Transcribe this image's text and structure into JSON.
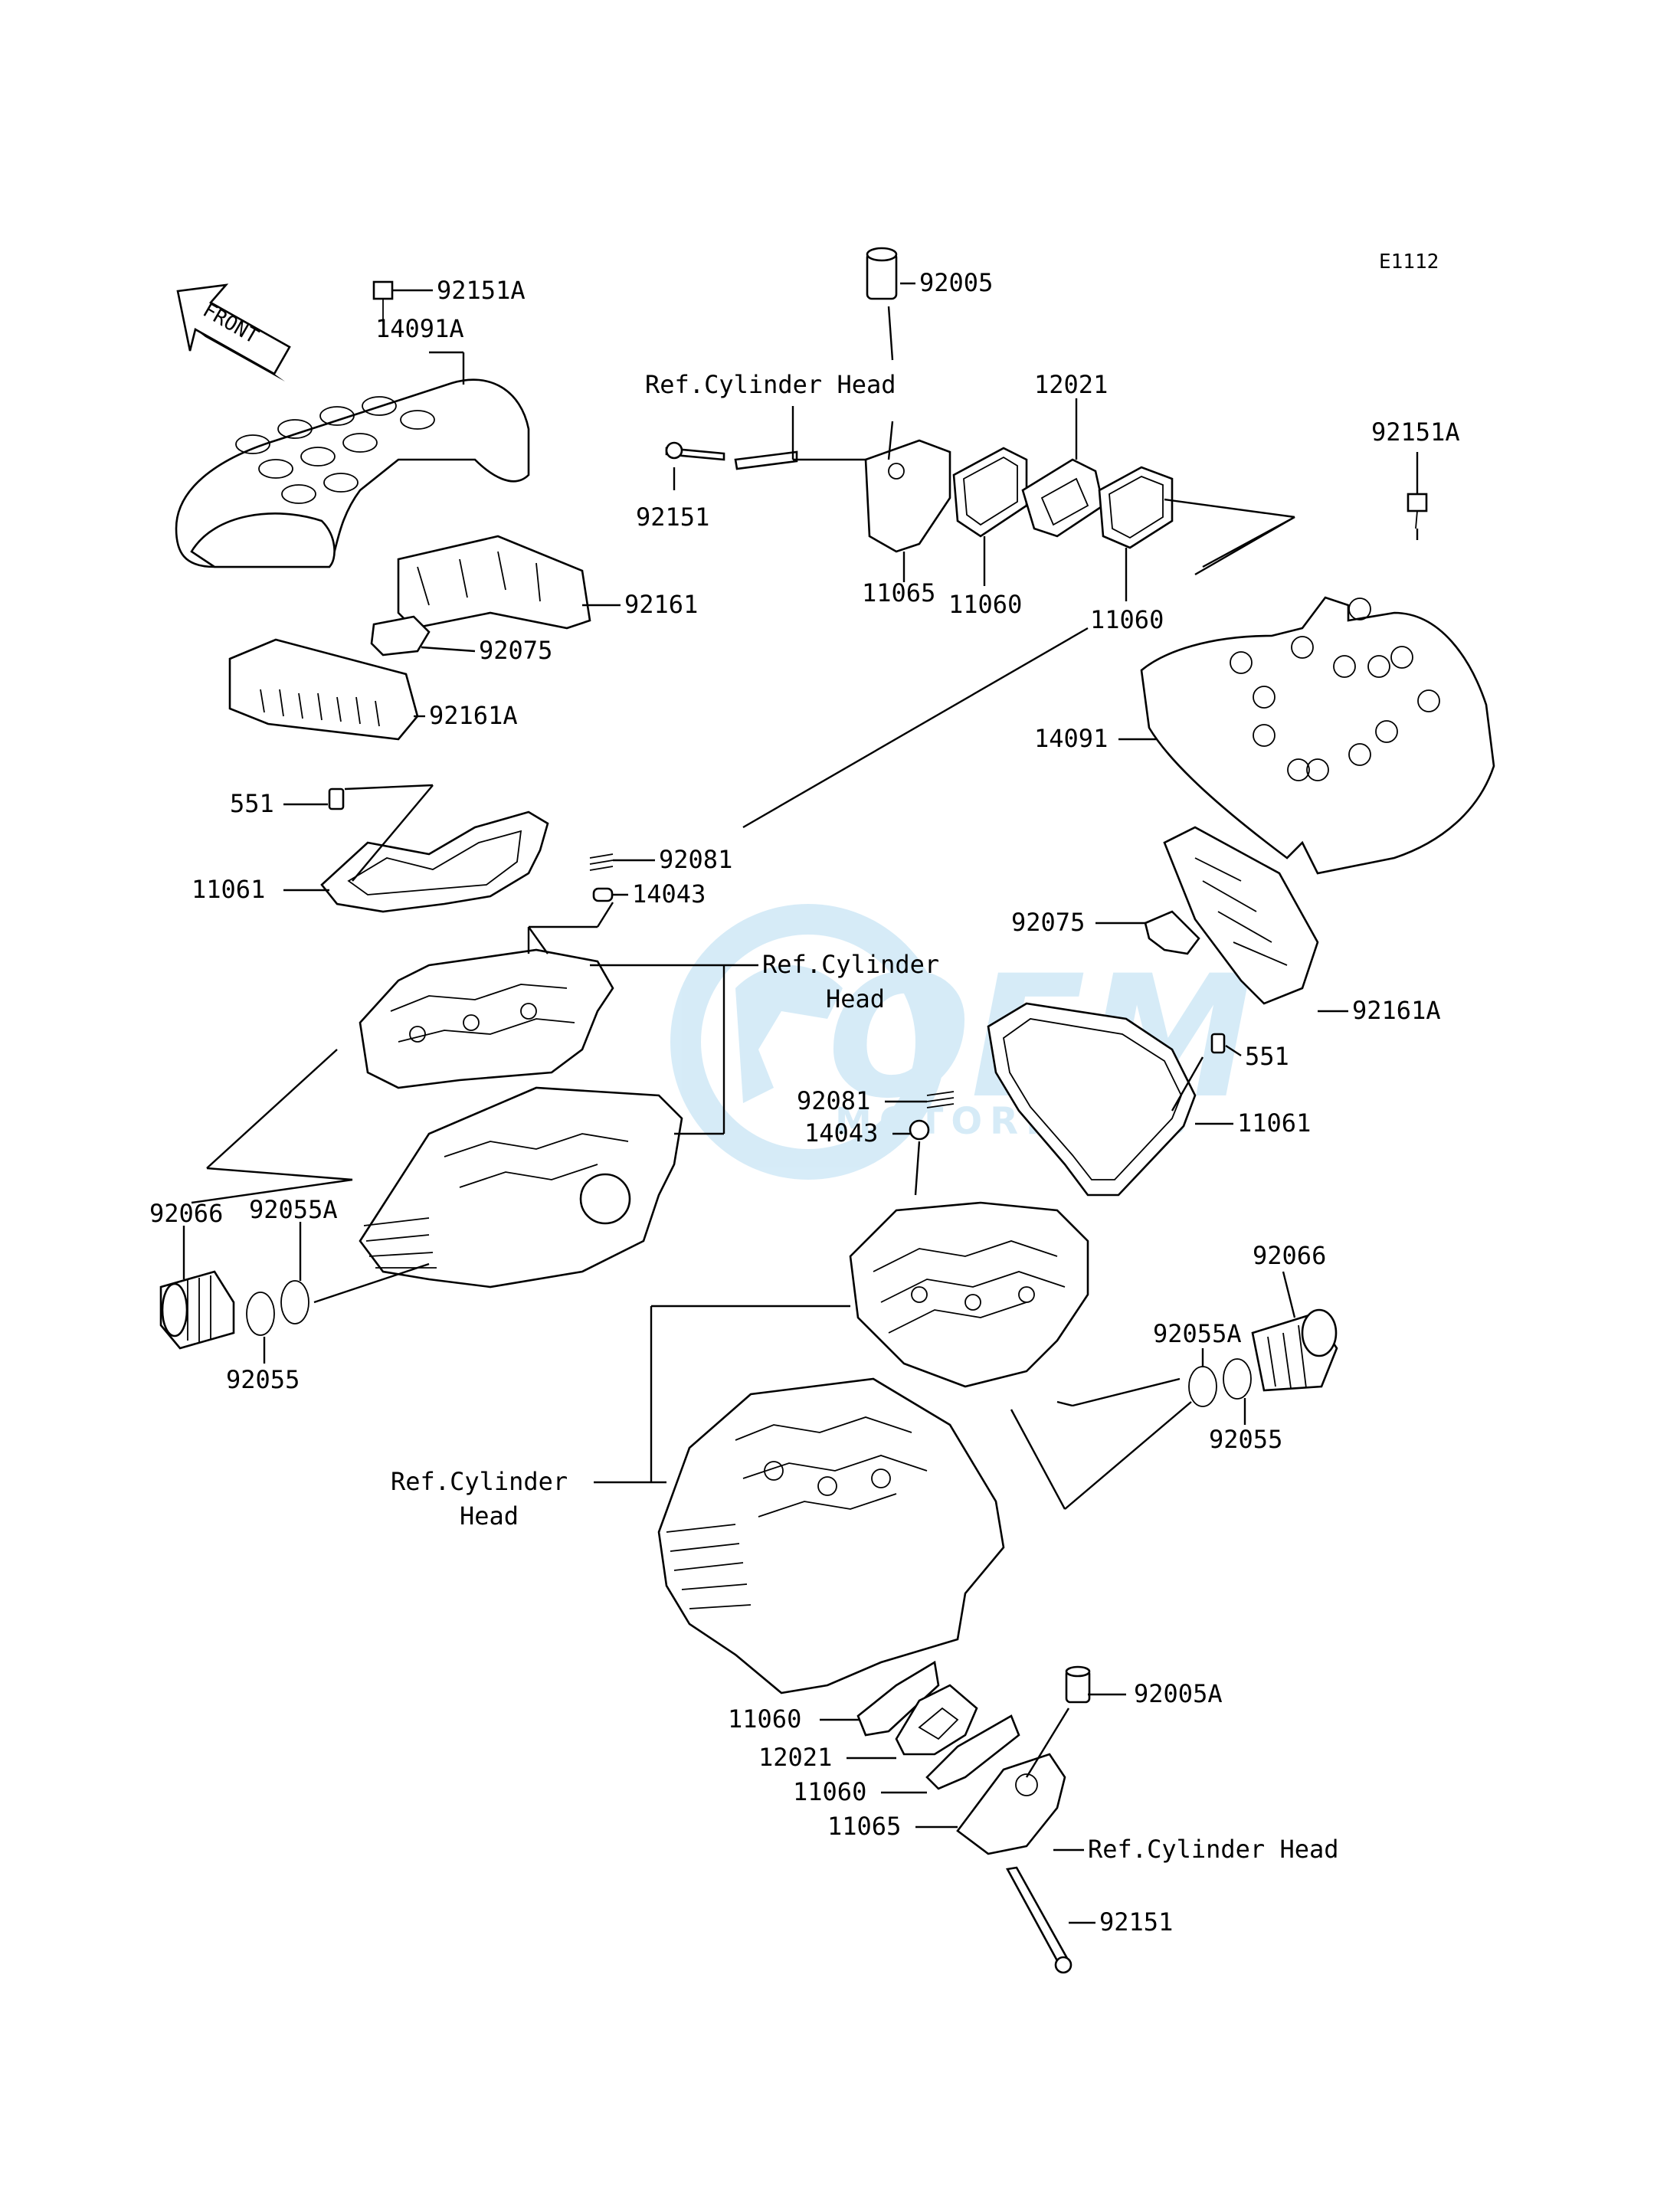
{
  "diagram_code": "E1112",
  "front_arrow_text": "FRONT",
  "watermark": {
    "main": "OEM",
    "sub": "MOTORPARTS",
    "color": "#2196d8"
  },
  "labels": {
    "p92151A_top": "92151A",
    "p14091A": "14091A",
    "p92005": "92005",
    "refhead_top": "Ref.Cylinder Head",
    "p12021_top": "12021",
    "p92151A_right": "92151A",
    "p92151_top": "92151",
    "p11065_top": "11065",
    "p11060_top_a": "11060",
    "p11060_top_b": "11060",
    "p92161": "92161",
    "p92075_left": "92075",
    "p92161A_left": "92161A",
    "p14091": "14091",
    "p551_left": "551",
    "p11061_left": "11061",
    "p92081_top": "92081",
    "p14043_top": "14043",
    "refhead_mid_1": "Ref.Cylinder",
    "refhead_mid_2": "Head",
    "p92075_right": "92075",
    "p92161A_right": "92161A",
    "p551_right": "551",
    "p92081_mid": "92081",
    "p14043_mid": "14043",
    "p11061_right": "11061",
    "p92066_left": "92066",
    "p92055A_left": "92055A",
    "p92055_left": "92055",
    "p92066_right": "92066",
    "p92055A_right": "92055A",
    "p92055_right": "92055",
    "refhead_low_1": "Ref.Cylinder",
    "refhead_low_2": "Head",
    "p11060_bot_a": "11060",
    "p12021_bot": "12021",
    "p11060_bot_b": "11060",
    "p92005A": "92005A",
    "p11065_bot": "11065",
    "refhead_bot": "Ref.Cylinder Head",
    "p92151_bot": "92151"
  }
}
